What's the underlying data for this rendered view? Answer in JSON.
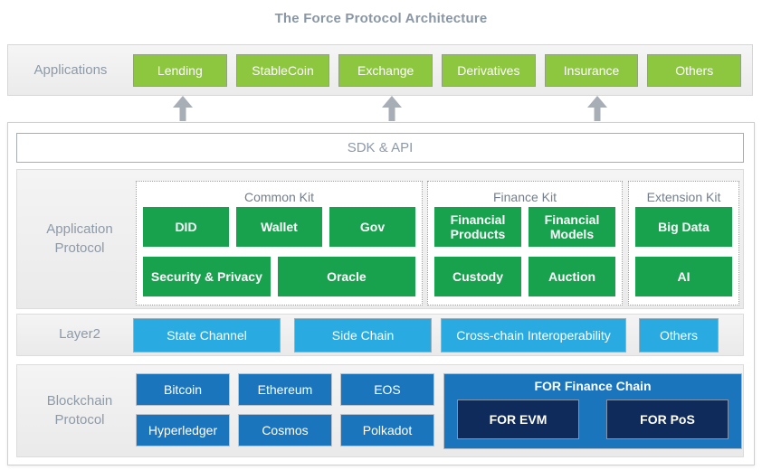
{
  "title": "The Force Protocol Architecture",
  "applications": {
    "label": "Applications",
    "items": [
      "Lending",
      "StableCoin",
      "Exchange",
      "Derivatives",
      "Insurance",
      "Others"
    ]
  },
  "sdk": {
    "label": "SDK & API"
  },
  "application_protocol": {
    "label": "Application Protocol",
    "kits": {
      "common": {
        "title": "Common Kit",
        "row1": [
          "DID",
          "Wallet",
          "Gov"
        ],
        "row2": [
          "Security & Privacy",
          "Oracle"
        ]
      },
      "finance": {
        "title": "Finance Kit",
        "row1": [
          "Financial Products",
          "Financial Models"
        ],
        "row2": [
          "Custody",
          "Auction"
        ]
      },
      "extension": {
        "title": "Extension Kit",
        "row1": [
          "Big Data"
        ],
        "row2": [
          "AI"
        ]
      }
    }
  },
  "layer2": {
    "label": "Layer2",
    "items": [
      "State Channel",
      "Side Chain",
      "Cross-chain Interoperability",
      "Others"
    ]
  },
  "blockchain_protocol": {
    "label": "Blockchain Protocol",
    "chains": [
      "Bitcoin",
      "Ethereum",
      "EOS",
      "Hyperledger",
      "Cosmos",
      "Polkadot"
    ],
    "for_chain": {
      "title": "FOR Finance Chain",
      "items": [
        "FOR EVM",
        "FOR PoS"
      ]
    }
  },
  "icons": {
    "arrows": [
      "up-arrow",
      "up-arrow",
      "up-arrow"
    ]
  },
  "colors": {
    "green_light": "#8DC63F",
    "green_dark": "#18A24E",
    "blue_light": "#29ABE2",
    "blue": "#1B75BC",
    "navy": "#0E2B5C",
    "label_gray": "#8D9AA8",
    "title_gray": "#8997A5",
    "arrow_gray": "#A8AEB6"
  }
}
